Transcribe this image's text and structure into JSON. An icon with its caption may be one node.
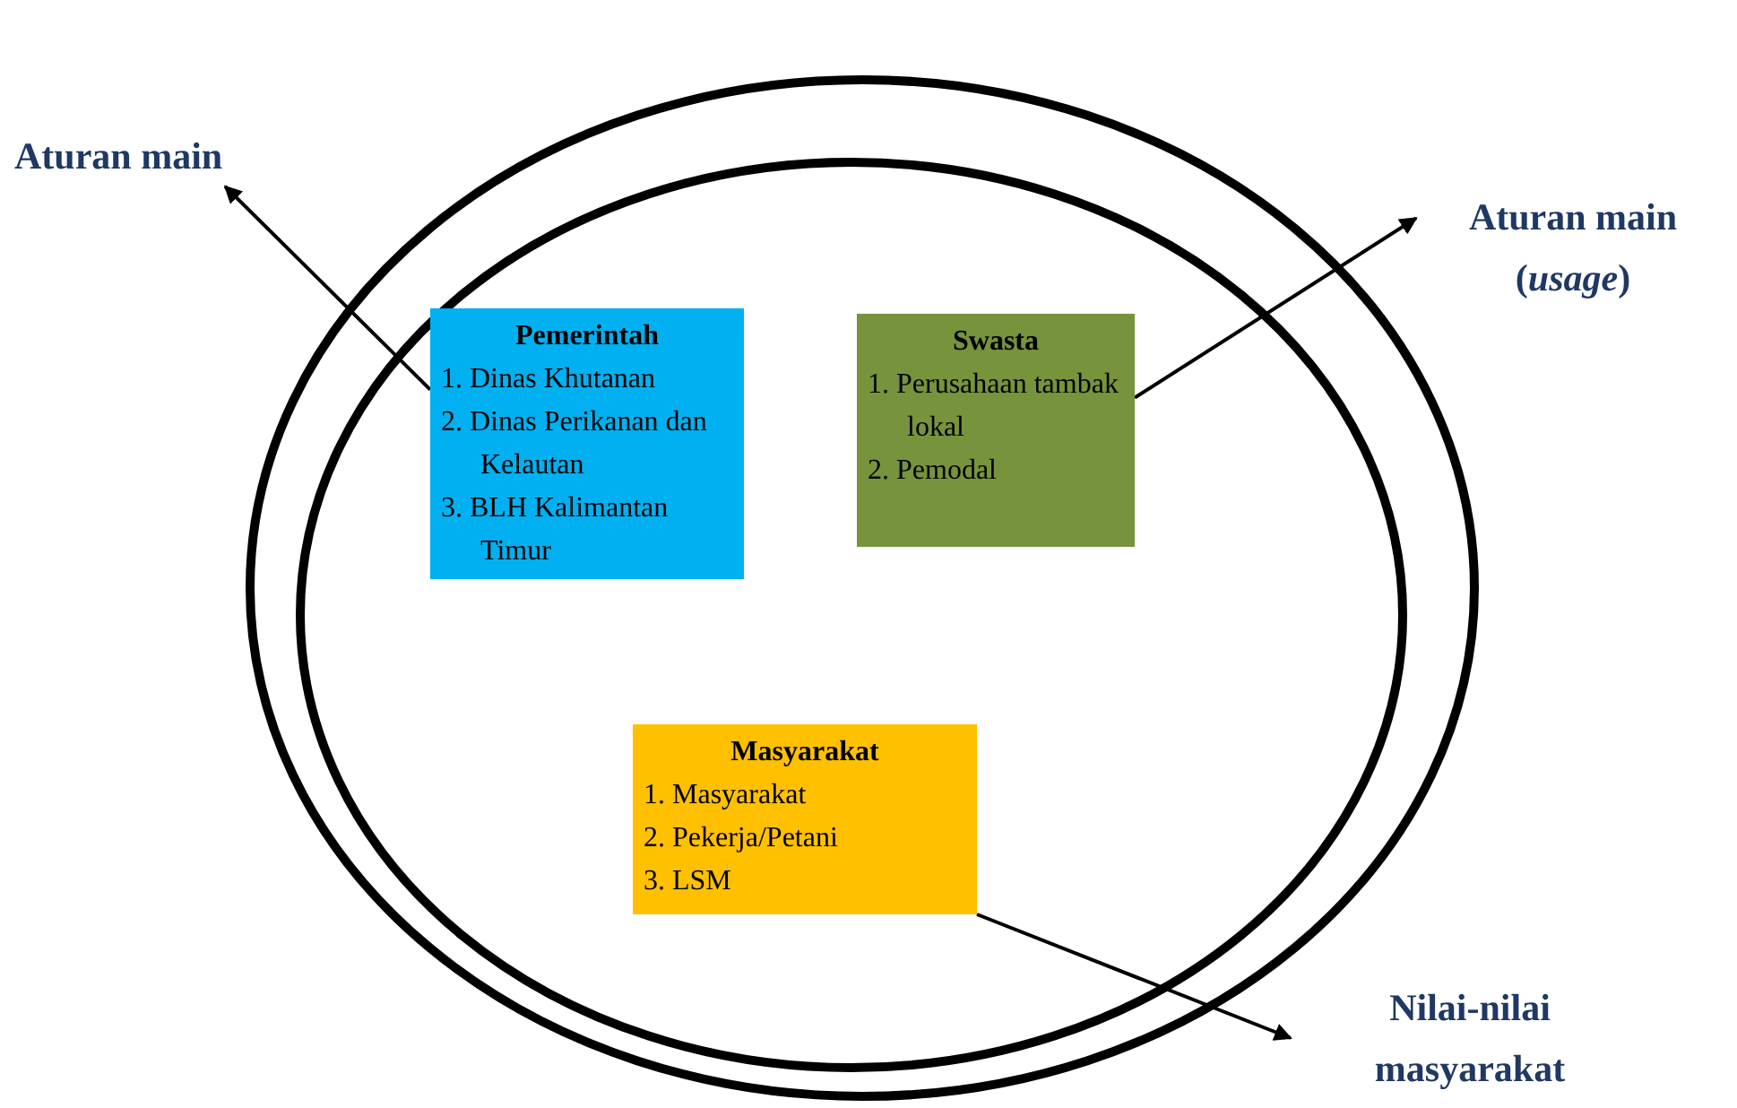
{
  "diagram": {
    "nodes": [
      {
        "text": [],
        "shape": "circle"
      },
      {
        "text": [],
        "shape": "circle",
        "in": 0
      },
      {
        "text": [
          "Pemerintah",
          "1. Dinas Khutanan",
          "2. Dinas Perikanan dan Kelautan",
          "3. BLH Kalimantan Timur"
        ],
        "in": 1
      },
      {
        "text": [
          "Swasta",
          "1. Perusahaan tambak lokal",
          "2. Pemodal"
        ],
        "in": 1
      },
      {
        "text": [
          "Masyarakat",
          "1. Masyarakat",
          "2. Pekerja/Petani",
          "3. LSM"
        ],
        "in": 1
      },
      {
        "text": [
          "Aturan main"
        ]
      },
      {
        "text": [
          "Aturan main (*usage*)"
        ]
      },
      {
        "text": [
          "Nilai-nilai masyarakat"
        ]
      }
    ],
    "edges": [
      {
        "from": 2,
        "to": 5,
        "arrow": "to"
      },
      {
        "from": 3,
        "to": 6,
        "arrow": "to"
      },
      {
        "from": 4,
        "to": 7,
        "arrow": "to"
      }
    ]
  }
}
